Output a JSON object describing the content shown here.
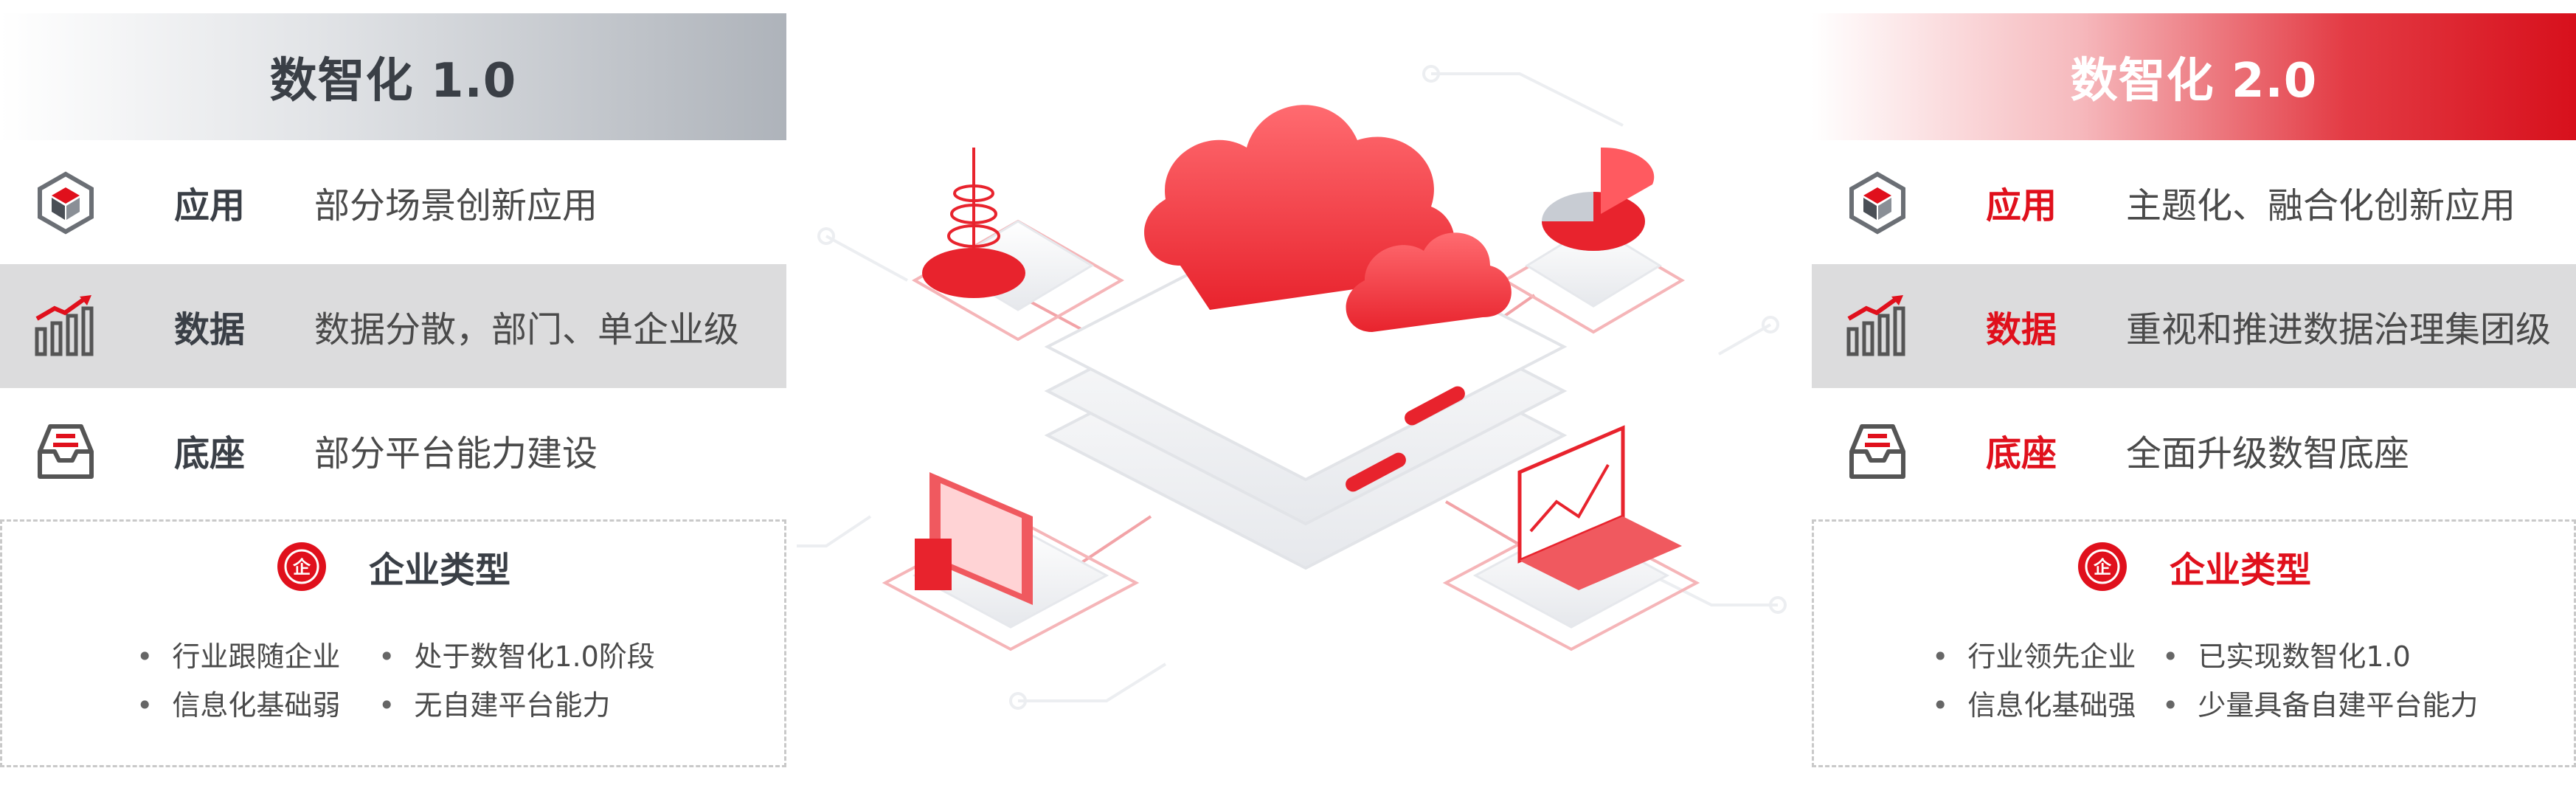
{
  "left": {
    "title": "数智化 1.0",
    "rows": [
      {
        "label": "应用",
        "desc": "部分场景创新应用"
      },
      {
        "label": "数据",
        "desc": "数据分散，部门、单企业级"
      },
      {
        "label": "底座",
        "desc": "部分平台能力建设"
      }
    ],
    "enterprise": {
      "title": "企业类型",
      "bullets": [
        "行业跟随企业",
        "处于数智化1.0阶段",
        "信息化基础弱",
        "无自建平台能力"
      ]
    }
  },
  "right": {
    "title": "数智化 2.0",
    "rows": [
      {
        "label": "应用",
        "desc": "主题化、融合化创新应用"
      },
      {
        "label": "数据",
        "desc": "重视和推进数据治理集团级"
      },
      {
        "label": "底座",
        "desc": "全面升级数智底座"
      }
    ],
    "enterprise": {
      "title": "企业类型",
      "bullets": [
        "行业领先企业",
        "已实现数智化1.0",
        "信息化基础强",
        "少量具备自建平台能力"
      ]
    }
  },
  "enterprise_icon_glyph": "企",
  "icons": [
    "cube-icon",
    "bar-chart-icon",
    "inbox-tray-icon",
    "enterprise-seal-icon",
    "cloud-icon",
    "pie-chart-icon",
    "laptop-icon",
    "monitor-icon",
    "spiral-icon"
  ],
  "colors": {
    "accent_red": "#e0101c",
    "dark_gray": "#3a3f46",
    "row_shade": "#dcdcdd"
  }
}
